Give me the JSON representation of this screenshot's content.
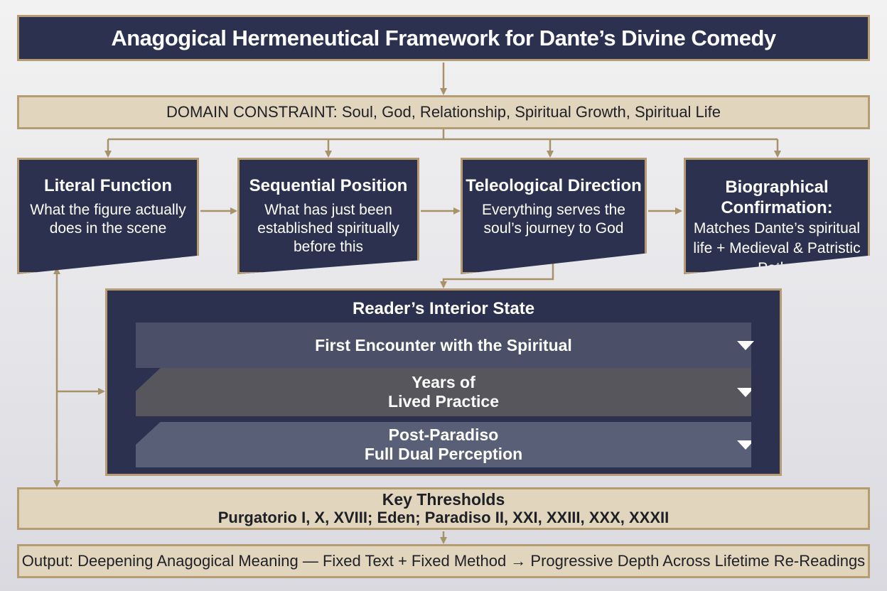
{
  "title": "Anagogical Hermeneutical Framework for Dante’s Divine Comedy",
  "domain_constraint": "DOMAIN CONSTRAINT: Soul, God, Relationship, Spiritual Growth, Spiritual Life",
  "cards": [
    {
      "title": "Literal Function",
      "description": "What the figure actually does in the scene"
    },
    {
      "title": "Sequential Position",
      "description": "What has just been established spiritually before this"
    },
    {
      "title": "Teleological Direction",
      "description": "Everything serves the soul’s journey to God"
    },
    {
      "title": "Biographical Confirmation:",
      "description": "Matches Dante’s spiritual life + Medieval & Patristic Paths"
    }
  ],
  "reader_state": {
    "title": "Reader’s Interior State",
    "stages": [
      {
        "line1": "First Encounter with the Spiritual",
        "line2": ""
      },
      {
        "line1": "Years of",
        "line2": "Lived Practice"
      },
      {
        "line1": "Post-Paradiso",
        "line2": "Full Dual Perception"
      }
    ]
  },
  "thresholds": {
    "title": "Key Thresholds",
    "list": "Purgatorio I, X, XVIII; Eden; Paradiso II, XXI, XXIII, XXX, XXXII"
  },
  "output": "Output: Deepening Anagogical Meaning — Fixed Text + Fixed Method → Progressive Depth Across Lifetime Re-Readings",
  "colors": {
    "navy": "#2c3150",
    "gold": "#b59c72",
    "tan": "#e1d5bd"
  }
}
